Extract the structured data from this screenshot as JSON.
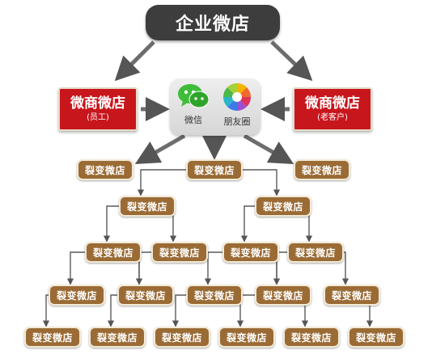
{
  "top": {
    "label": "企业微店"
  },
  "left_shop": {
    "label": "微商微店",
    "sub": "(员工)"
  },
  "right_shop": {
    "label": "微商微店",
    "sub": "(老客户)"
  },
  "hub": {
    "wechat": "微信",
    "moments": "朋友圈"
  },
  "fission_label": "裂变微店",
  "colors": {
    "top": "#3d3d3d",
    "red": "#c8161d",
    "hub": "#e2e2e2",
    "fission": "#9a6b35",
    "wechat_green": "#3fbd3a"
  },
  "icons": [
    "wechat-icon",
    "moments-icon"
  ]
}
